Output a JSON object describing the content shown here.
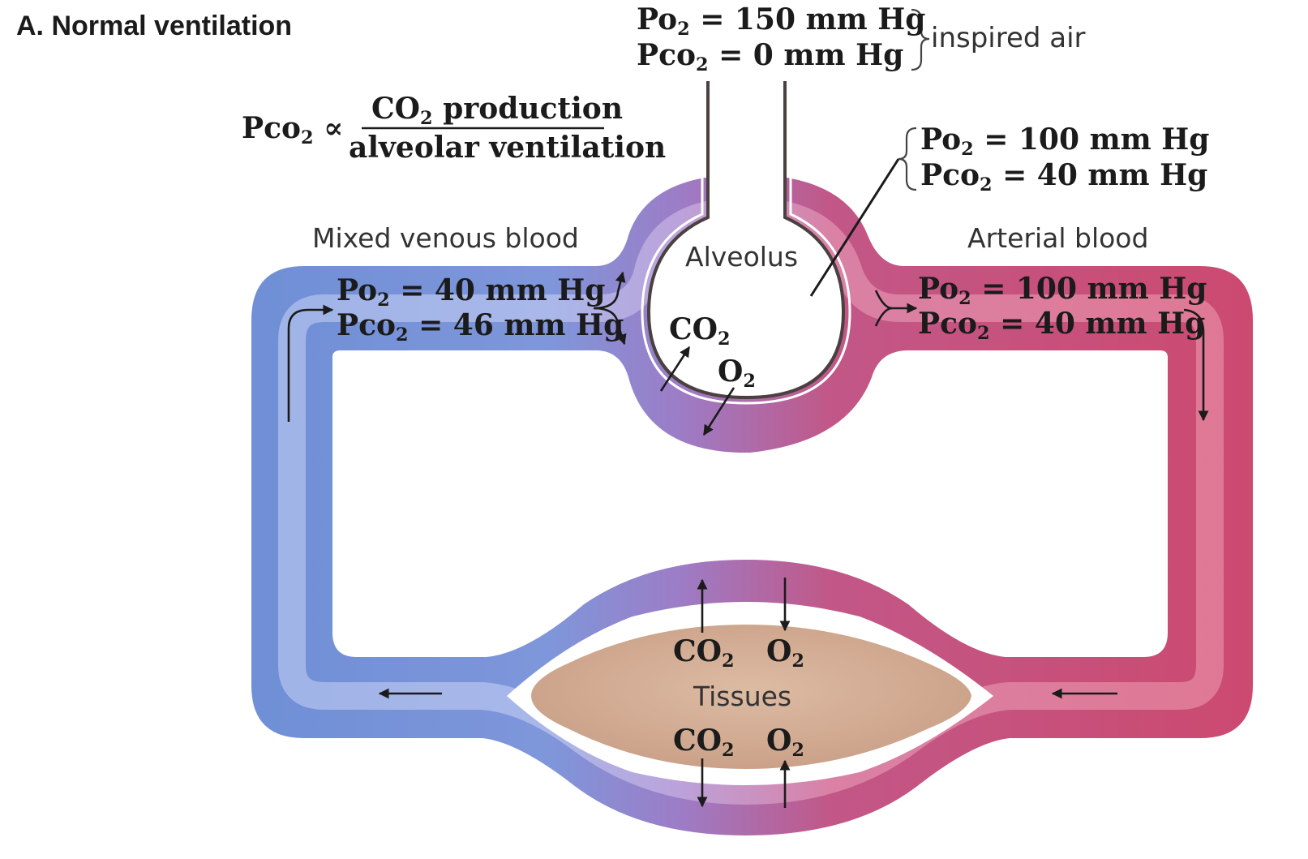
{
  "title": "A. Normal ventilation",
  "inspired": {
    "po2": {
      "pre": "Po",
      "sub": "2",
      "post": " = 150 mm Hg"
    },
    "pco2": {
      "pre": "Pco",
      "sub": "2",
      "post": " = 0 mm Hg"
    },
    "label": "inspired air"
  },
  "formula": {
    "lhs": {
      "pre": "Pco",
      "sub": "2",
      "post": " ∝"
    },
    "num": {
      "pre": "CO",
      "sub": "2",
      "post": " production"
    },
    "den": "alveolar ventilation"
  },
  "alveolar_gas": {
    "po2": {
      "pre": "Po",
      "sub": "2",
      "post": " = 100 mm Hg"
    },
    "pco2": {
      "pre": "Pco",
      "sub": "2",
      "post": " = 40 mm Hg"
    }
  },
  "venous": {
    "label": "Mixed venous blood",
    "po2": {
      "pre": "Po",
      "sub": "2",
      "post": " = 40 mm Hg"
    },
    "pco2": {
      "pre": "Pco",
      "sub": "2",
      "post": " = 46 mm Hg"
    }
  },
  "arterial": {
    "label": "Arterial blood",
    "po2": {
      "pre": "Po",
      "sub": "2",
      "post": " = 100 mm Hg"
    },
    "pco2": {
      "pre": "Pco",
      "sub": "2",
      "post": " = 40 mm Hg"
    }
  },
  "alveolus": {
    "label": "Alveolus",
    "co2": {
      "pre": "CO",
      "sub": "2"
    },
    "o2": {
      "pre": "O",
      "sub": "2"
    }
  },
  "tissues": {
    "label": "Tissues",
    "co2_top": {
      "pre": "CO",
      "sub": "2"
    },
    "o2_top": {
      "pre": "O",
      "sub": "2"
    },
    "co2_bottom": {
      "pre": "CO",
      "sub": "2"
    },
    "o2_bottom": {
      "pre": "O",
      "sub": "2"
    }
  },
  "colors": {
    "venous": "#6f8fd6",
    "arterial": "#cc4a70",
    "mixed": "#9d78c2",
    "tissue": "#d4ae95",
    "tube": "#4a4040"
  }
}
